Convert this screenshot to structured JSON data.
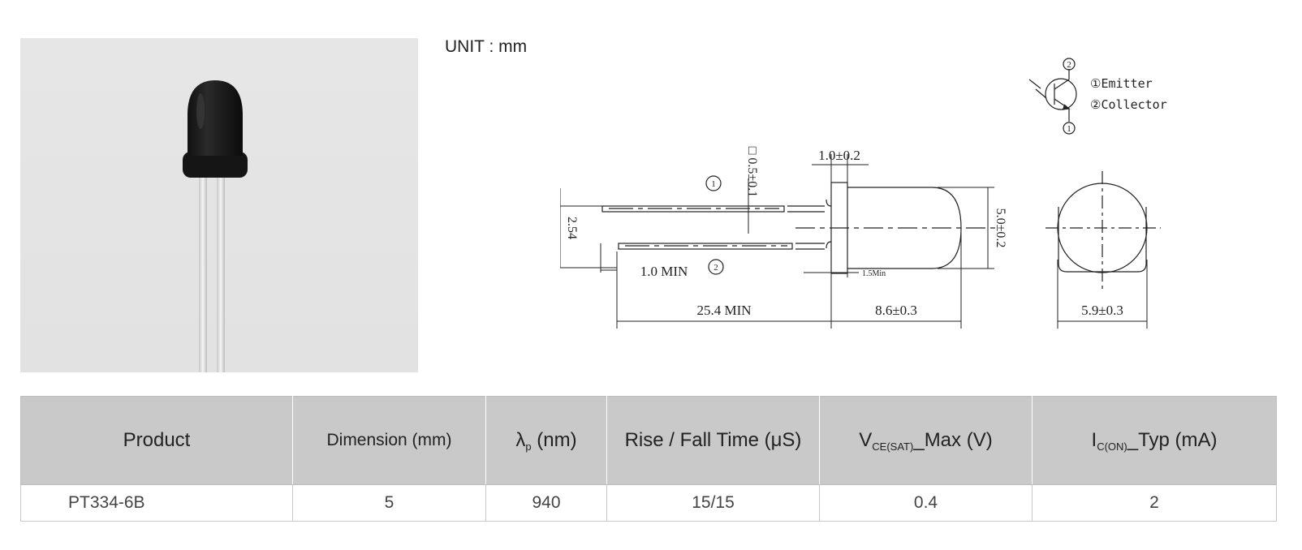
{
  "photo": {
    "alt": "PT334-6B phototransistor photo"
  },
  "unit_label": "UNIT : mm",
  "drawing": {
    "pin1_label": "①Emitter",
    "pin2_label": "②Collector",
    "dim_lead_square": "□ 0.5±0.1",
    "dim_flange": "1.0±0.2",
    "dim_pitch": "2.54",
    "dim_diameter": "5.0±0.2",
    "dim_lead_min": "1.0 MIN",
    "dim_standoff": "1.5Min",
    "dim_lead_length": "25.4 MIN",
    "dim_body_length": "8.6±0.3",
    "dim_flange_dia": "5.9±0.3",
    "pin1_marker": "1",
    "pin2_marker": "2"
  },
  "table": {
    "headers": {
      "product": "Product",
      "dimension": "Dimension (mm)",
      "lambda_main": "λ",
      "lambda_sub": "p",
      "lambda_unit": " (nm)",
      "rise_fall": "Rise / Fall Time (μS)",
      "vce_main": "V",
      "vce_sub": "CE(SAT)",
      "vce_unit": "_Max (V)",
      "ic_main": "I",
      "ic_sub": "C(ON)",
      "ic_unit": "_Typ (mA)"
    },
    "rows": [
      {
        "product": "PT334-6B",
        "dimension": "5",
        "lambda": "940",
        "rise_fall": "15/15",
        "vce": "0.4",
        "ic": "2"
      }
    ]
  }
}
